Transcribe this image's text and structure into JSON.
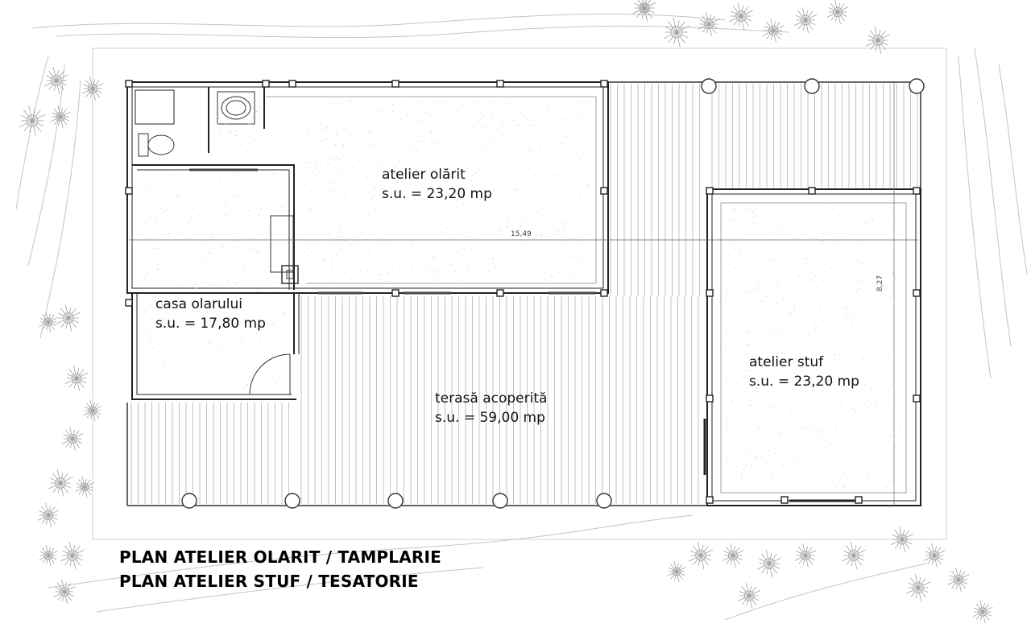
{
  "rooms": {
    "atelier_olarit": {
      "name": "atelier olărit",
      "area": "s.u. = 23,20 mp"
    },
    "casa_olarului": {
      "name": "casa olarului",
      "area": "s.u. = 17,80 mp"
    },
    "terasa": {
      "name": "terasă acoperită",
      "area": "s.u. = 59,00 mp"
    },
    "atelier_stuf": {
      "name": "atelier stuf",
      "area": "s.u. = 23,20 mp"
    }
  },
  "dimensions": {
    "length": "15,49",
    "width": "8,27"
  },
  "titles": {
    "line1": "PLAN ATELIER OLARIT / TAMPLARIE",
    "line2": "PLAN ATELIER STUF / TESATORIE"
  },
  "colors": {
    "wall": "#222222",
    "deck": "#9a9a9a",
    "terrain": "#bdbdbd",
    "tree": "#9e9e9e"
  }
}
